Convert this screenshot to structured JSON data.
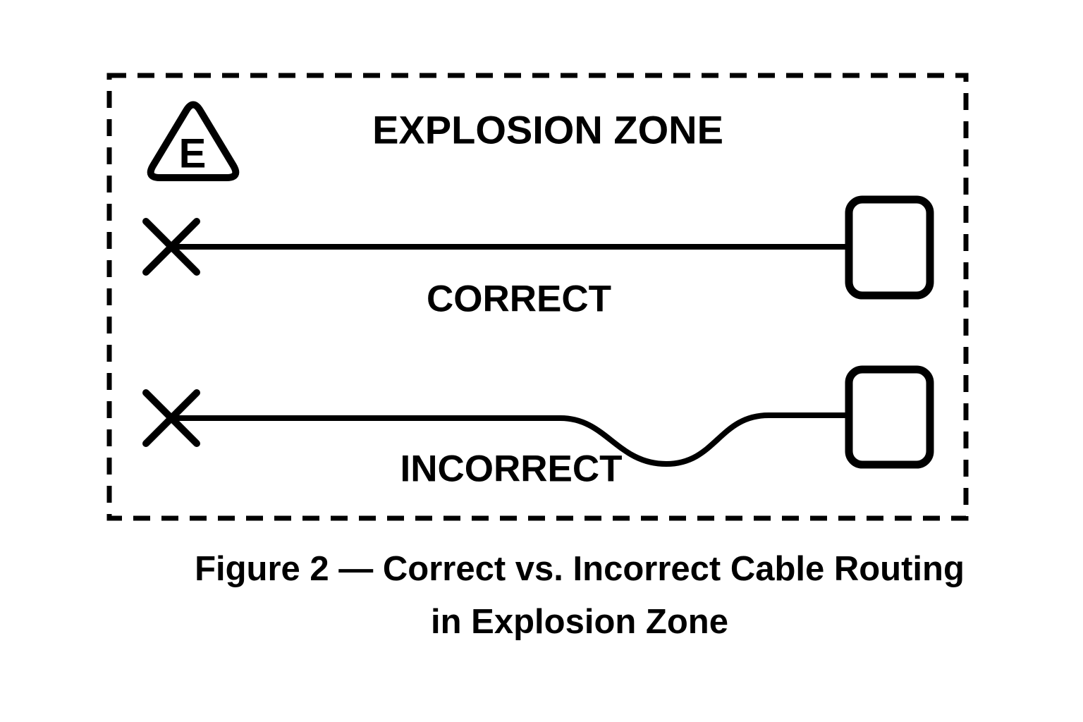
{
  "figure": {
    "zone_label": "EXPLOSION ZONE",
    "hazard_marker": "E",
    "routes": [
      {
        "label": "CORRECT"
      },
      {
        "label": "INCORRECT"
      }
    ],
    "caption_line1": "Figure 2 — Correct vs. Incorrect Cable Routing",
    "caption_line2": "in Explosion Zone"
  },
  "colors": {
    "ink": "#000000",
    "background": "#ffffff"
  }
}
